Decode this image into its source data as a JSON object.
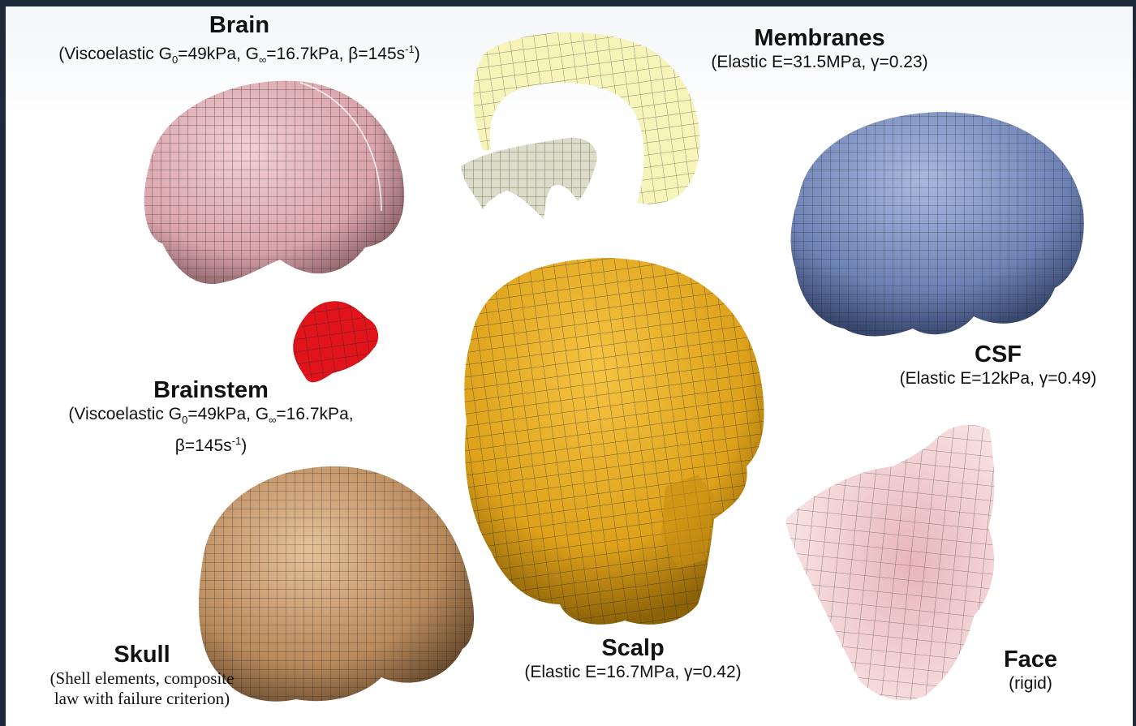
{
  "labels": {
    "brain": {
      "title": "Brain",
      "prop_pre": "(Viscoelastic G",
      "prop_sub0": "0",
      "prop_mid": "=49kPa, G",
      "prop_subinf": "∞",
      "prop_mid2": "=16.7kPa, β=145s",
      "prop_sup": "-1",
      "prop_end": ")"
    },
    "membranes": {
      "title": "Membranes",
      "prop": "(Elastic E=31.5MPa, γ=0.23)"
    },
    "csf": {
      "title": "CSF",
      "prop": "(Elastic E=12kPa, γ=0.49)"
    },
    "brainstem": {
      "title": "Brainstem",
      "line1_pre": "(Viscoelastic G",
      "line1_sub0": "0",
      "line1_mid": "=49kPa, G",
      "line1_subinf": "∞",
      "line1_end": "=16.7kPa,",
      "line2_pre": "β=145s",
      "line2_sup": "-1",
      "line2_end": ")"
    },
    "skull": {
      "title": "Skull",
      "line1": "(Shell elements, composite",
      "line2": "law with failure criterion)"
    },
    "scalp": {
      "title": "Scalp",
      "prop": "(Elastic E=16.7MPa, γ=0.42)"
    },
    "face": {
      "title": "Face",
      "prop": "(rigid)"
    }
  },
  "colors": {
    "brain": "#e8b4b8",
    "membranes": "#f6f3b8",
    "csf": "#7a8fc0",
    "brainstem": "#e0141a",
    "skull": "#c69a6a",
    "scalp": "#e3a91c",
    "face": "#f1d2d4",
    "mesh": "#2a2a2a"
  }
}
